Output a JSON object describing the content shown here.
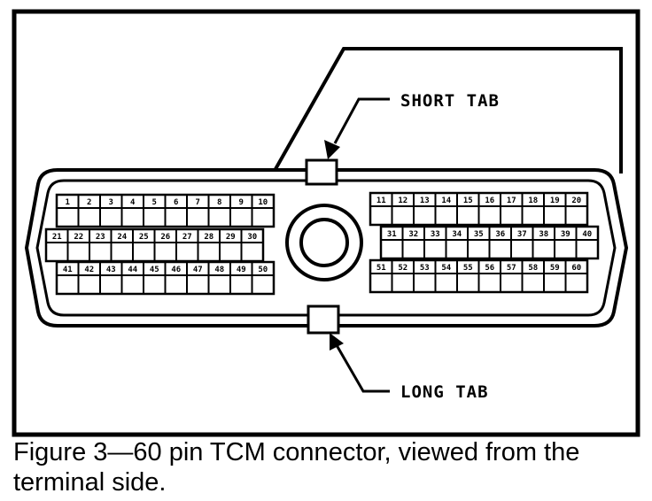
{
  "labels": {
    "short_tab": "SHORT TAB",
    "long_tab": "LONG TAB"
  },
  "caption": "Figure 3—60 pin TCM connector, viewed from the terminal side.",
  "rows": {
    "left_top": [
      "1",
      "2",
      "3",
      "4",
      "5",
      "6",
      "7",
      "8",
      "9",
      "10"
    ],
    "left_mid": [
      "21",
      "22",
      "23",
      "24",
      "25",
      "26",
      "27",
      "28",
      "29",
      "30"
    ],
    "left_bottom": [
      "41",
      "42",
      "43",
      "44",
      "45",
      "46",
      "47",
      "48",
      "49",
      "50"
    ],
    "right_top": [
      "11",
      "12",
      "13",
      "14",
      "15",
      "16",
      "17",
      "18",
      "19",
      "20"
    ],
    "right_mid": [
      "31",
      "32",
      "33",
      "34",
      "35",
      "36",
      "37",
      "38",
      "39",
      "40"
    ],
    "right_bottom": [
      "51",
      "52",
      "53",
      "54",
      "55",
      "56",
      "57",
      "58",
      "59",
      "60"
    ]
  }
}
